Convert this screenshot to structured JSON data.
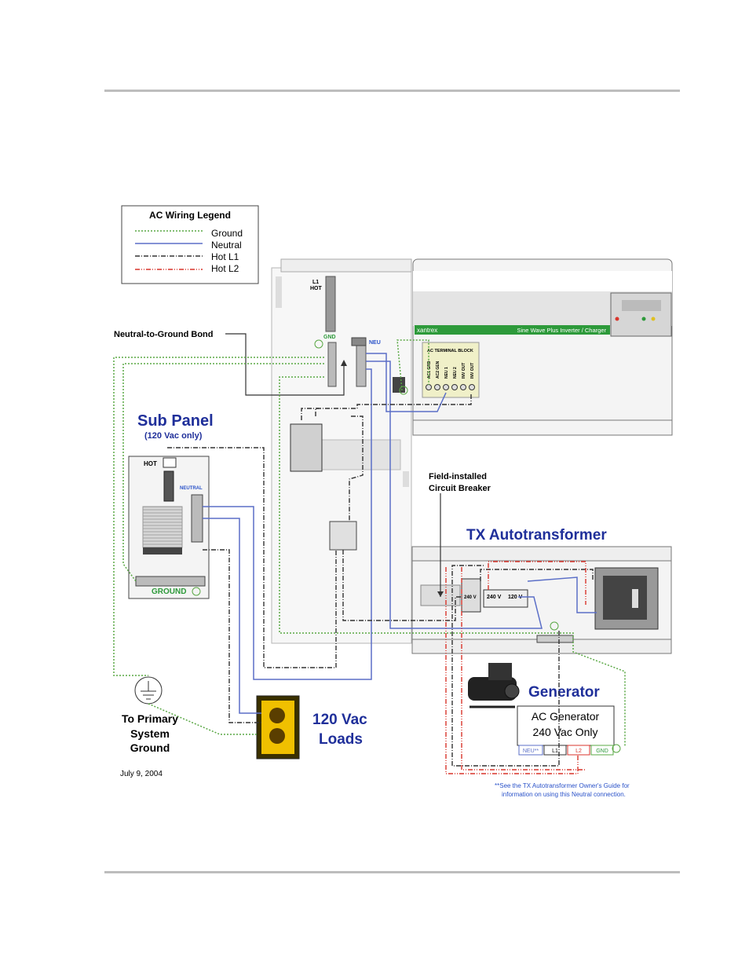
{
  "legend": {
    "title": "AC Wiring Legend",
    "items": [
      {
        "label": "Ground",
        "color": "#5aa845"
      },
      {
        "label": "Neutral",
        "color": "#5b6fc7"
      },
      {
        "label": "Hot L1",
        "color": "#333333"
      },
      {
        "label": "Hot L2",
        "color": "#d9352c"
      }
    ]
  },
  "labels": {
    "bond": "Neutral-to-Ground Bond",
    "sub_panel": "Sub Panel",
    "sub_panel_note": "(120 Vac only)",
    "hot": "HOT",
    "neutral": "NEUTRAL",
    "ground": "GROUND",
    "l1": "L1",
    "l1_hot": "HOT",
    "gnd": "GND",
    "neu": "NEU",
    "brand": "xantrex",
    "inverter_name": "Sine Wave Plus Inverter / Charger",
    "terminal_block": "AC TERMINAL BLOCK",
    "terminals": [
      "AC1 GRD",
      "AC2 GEN",
      "NEU 1",
      "NEU 2",
      "INV OUT",
      "INV OUT"
    ],
    "field_breaker_1": "Field-installed",
    "field_breaker_2": "Circuit Breaker",
    "tx_title": "TX Autotransformer",
    "v240": "240 V",
    "v120": "120 V",
    "generator": "Generator",
    "ac_gen_1": "AC Generator",
    "ac_gen_2": "240 Vac Only",
    "gen_terms": [
      "NEU**",
      "L1",
      "L2",
      "GND"
    ],
    "loads_1": "120 Vac",
    "loads_2": "Loads",
    "primary_1": "To Primary",
    "primary_2": "System",
    "primary_3": "Ground",
    "date": "July 9, 2004",
    "footnote_1": "**See the TX Autotransformer Owner's Guide for",
    "footnote_2": "information on using this Neutral connection."
  },
  "colors": {
    "title_blue": "#1f2f9a",
    "generator_green": "#1e7a2a",
    "inverter_green": "#2d9a3a",
    "neutral_label": "#2a52c9"
  }
}
